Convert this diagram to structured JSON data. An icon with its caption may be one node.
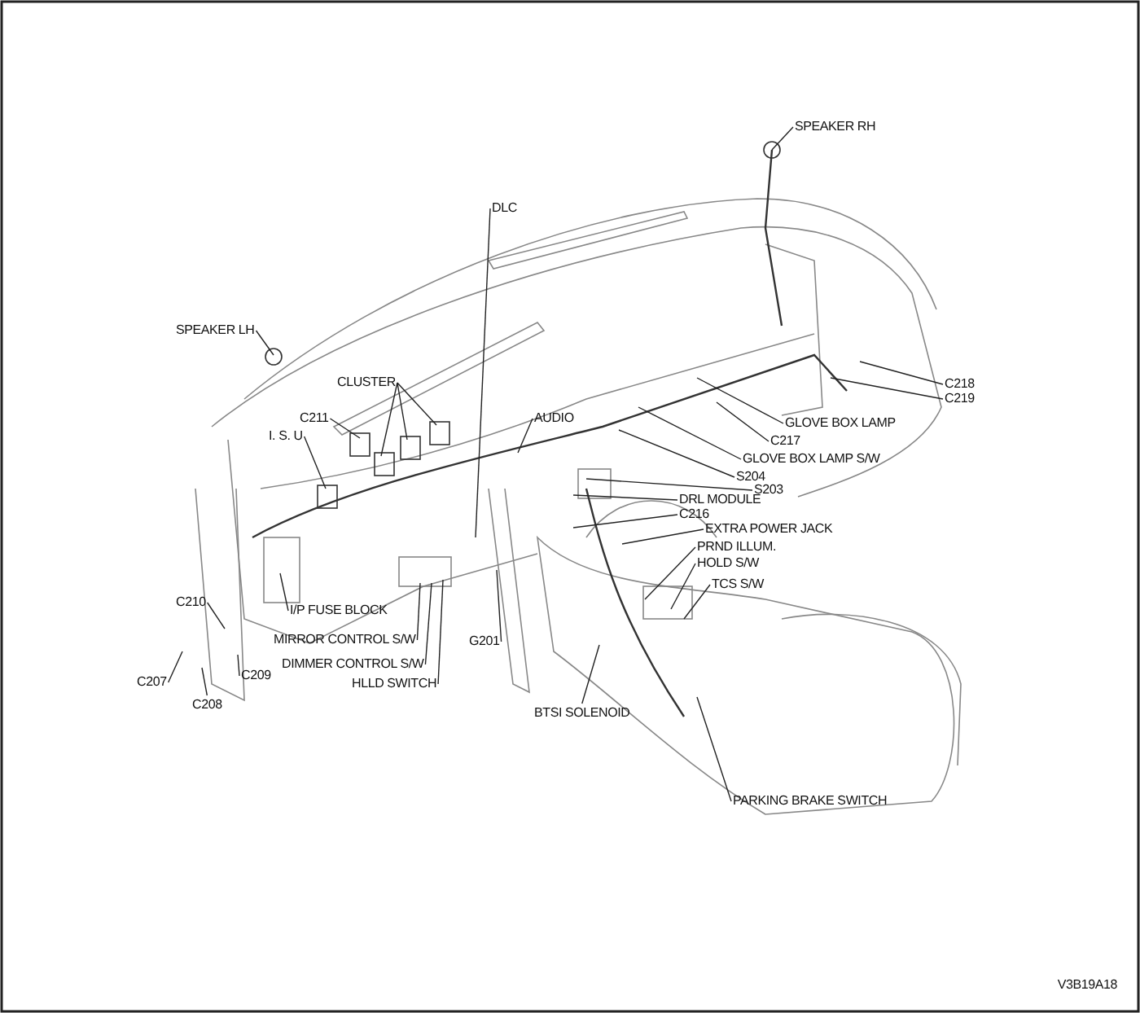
{
  "diagram": {
    "nodes": [
      {
        "text": [
          "SPEAKER RH"
        ]
      },
      {
        "text": [
          "DLC"
        ]
      },
      {
        "text": [
          "SPEAKER LH"
        ]
      },
      {
        "text": [
          "CLUSTER"
        ]
      },
      {
        "text": [
          "C218"
        ]
      },
      {
        "text": [
          "C219"
        ]
      },
      {
        "text": [
          "C211"
        ]
      },
      {
        "text": [
          "I. S. U"
        ]
      },
      {
        "text": [
          "AUDIO"
        ]
      },
      {
        "text": [
          "GLOVE BOX LAMP"
        ]
      },
      {
        "text": [
          "C217"
        ]
      },
      {
        "text": [
          "GLOVE BOX LAMP S/W"
        ]
      },
      {
        "text": [
          "S204"
        ]
      },
      {
        "text": [
          "S203"
        ]
      },
      {
        "text": [
          "DRL MODULE"
        ]
      },
      {
        "text": [
          "C216"
        ]
      },
      {
        "text": [
          "EXTRA POWER JACK"
        ]
      },
      {
        "text": [
          "PRND ILLUM."
        ]
      },
      {
        "text": [
          "HOLD S/W"
        ]
      },
      {
        "text": [
          "TCS S/W"
        ]
      },
      {
        "text": [
          "C210"
        ]
      },
      {
        "text": [
          "I/P FUSE BLOCK"
        ]
      },
      {
        "text": [
          "G201"
        ]
      },
      {
        "text": [
          "MIRROR CONTROL S/W"
        ]
      },
      {
        "text": [
          "C207"
        ]
      },
      {
        "text": [
          "C209"
        ]
      },
      {
        "text": [
          "DIMMER CONTROL S/W"
        ]
      },
      {
        "text": [
          "C208"
        ]
      },
      {
        "text": [
          "HLLD SWITCH"
        ]
      },
      {
        "text": [
          "BTSI SOLENOID"
        ]
      },
      {
        "text": [
          "PARKING BRAKE SWITCH"
        ]
      }
    ],
    "edges": [
      {
        "from": 0,
        "to": null,
        "arrow": "none"
      },
      {
        "from": 1,
        "to": null,
        "arrow": "none"
      },
      {
        "from": 2,
        "to": null,
        "arrow": "none"
      },
      {
        "from": 3,
        "to": null,
        "arrow": "none"
      },
      {
        "from": 3,
        "to": null,
        "arrow": "none"
      },
      {
        "from": 3,
        "to": null,
        "arrow": "none"
      },
      {
        "from": 4,
        "to": null,
        "arrow": "none"
      },
      {
        "from": 5,
        "to": null,
        "arrow": "none"
      },
      {
        "from": 6,
        "to": null,
        "arrow": "none"
      },
      {
        "from": 7,
        "to": null,
        "arrow": "none"
      },
      {
        "from": 8,
        "to": null,
        "arrow": "none"
      },
      {
        "from": 9,
        "to": null,
        "arrow": "none"
      },
      {
        "from": 10,
        "to": null,
        "arrow": "none"
      },
      {
        "from": 11,
        "to": null,
        "arrow": "none"
      },
      {
        "from": 12,
        "to": null,
        "arrow": "none"
      },
      {
        "from": 13,
        "to": null,
        "arrow": "none"
      },
      {
        "from": 14,
        "to": null,
        "arrow": "none"
      },
      {
        "from": 15,
        "to": null,
        "arrow": "none"
      },
      {
        "from": 16,
        "to": null,
        "arrow": "none"
      },
      {
        "from": 17,
        "to": null,
        "arrow": "none"
      },
      {
        "from": 18,
        "to": null,
        "arrow": "none"
      },
      {
        "from": 19,
        "to": null,
        "arrow": "none"
      },
      {
        "from": 20,
        "to": null,
        "arrow": "none"
      },
      {
        "from": 21,
        "to": null,
        "arrow": "none"
      },
      {
        "from": 22,
        "to": null,
        "arrow": "none"
      },
      {
        "from": 23,
        "to": null,
        "arrow": "none"
      },
      {
        "from": 24,
        "to": null,
        "arrow": "none"
      },
      {
        "from": 25,
        "to": null,
        "arrow": "none"
      },
      {
        "from": 26,
        "to": null,
        "arrow": "none"
      },
      {
        "from": 27,
        "to": null,
        "arrow": "none"
      },
      {
        "from": 28,
        "to": null,
        "arrow": "none"
      },
      {
        "from": 29,
        "to": null,
        "arrow": "none"
      },
      {
        "from": 30,
        "to": null,
        "arrow": "none"
      }
    ],
    "labels": [
      "V3B19A18"
    ]
  }
}
